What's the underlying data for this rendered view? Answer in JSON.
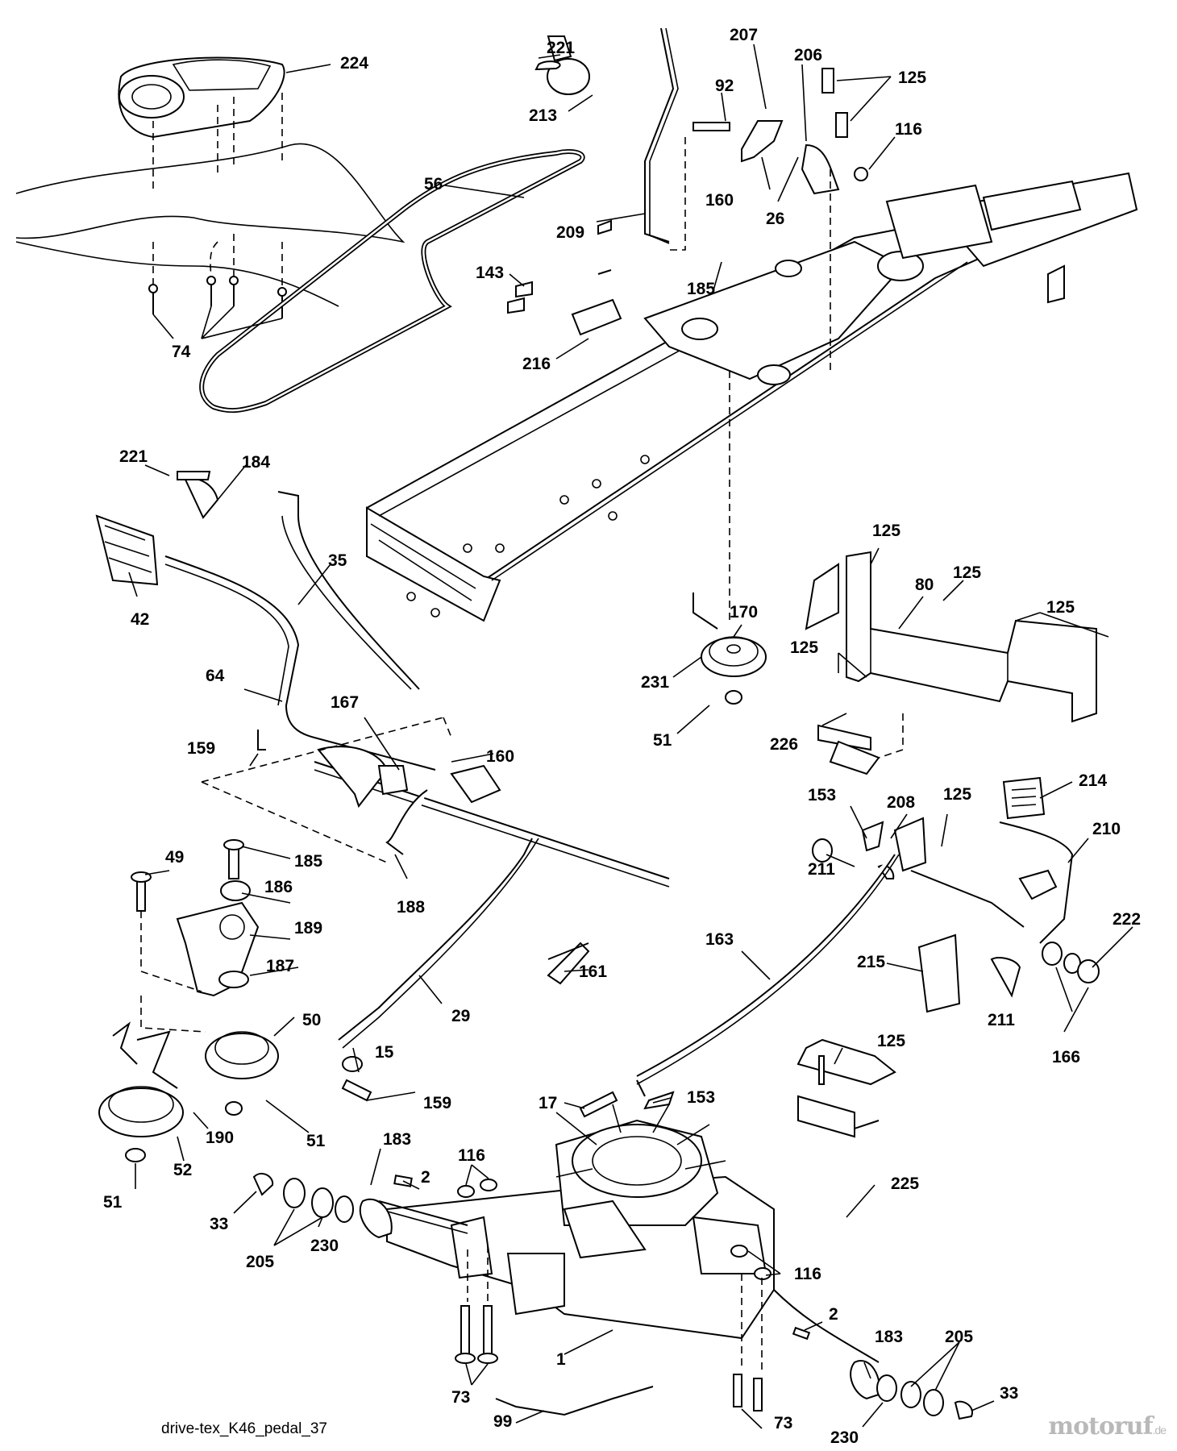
{
  "footer": {
    "drawing_id": "drive-tex_K46_pedal_37",
    "brand": "motoruf",
    "brand_tld": ".de"
  },
  "callouts": [
    {
      "id": "c224a",
      "text": "224"
    },
    {
      "id": "c221a",
      "text": "221"
    },
    {
      "id": "c213",
      "text": "213"
    },
    {
      "id": "c207",
      "text": "207"
    },
    {
      "id": "c206",
      "text": "206"
    },
    {
      "id": "c125a",
      "text": "125"
    },
    {
      "id": "c92",
      "text": "92"
    },
    {
      "id": "c116a",
      "text": "116"
    },
    {
      "id": "c56",
      "text": "56"
    },
    {
      "id": "c160a",
      "text": "160"
    },
    {
      "id": "c26",
      "text": "26"
    },
    {
      "id": "c209",
      "text": "209"
    },
    {
      "id": "c143",
      "text": "143"
    },
    {
      "id": "c185a",
      "text": "185"
    },
    {
      "id": "c74",
      "text": "74"
    },
    {
      "id": "c216",
      "text": "216"
    },
    {
      "id": "c221b",
      "text": "221"
    },
    {
      "id": "c184",
      "text": "184"
    },
    {
      "id": "c35",
      "text": "35"
    },
    {
      "id": "c42",
      "text": "42"
    },
    {
      "id": "c125b",
      "text": "125"
    },
    {
      "id": "c80",
      "text": "80"
    },
    {
      "id": "c125c",
      "text": "125"
    },
    {
      "id": "c125d",
      "text": "125"
    },
    {
      "id": "c170",
      "text": "170"
    },
    {
      "id": "c125e",
      "text": "125"
    },
    {
      "id": "c231",
      "text": "231"
    },
    {
      "id": "c64",
      "text": "64"
    },
    {
      "id": "c167",
      "text": "167"
    },
    {
      "id": "c51a",
      "text": "51"
    },
    {
      "id": "c226",
      "text": "226"
    },
    {
      "id": "c159a",
      "text": "159"
    },
    {
      "id": "c160b",
      "text": "160"
    },
    {
      "id": "c214",
      "text": "214"
    },
    {
      "id": "c153a",
      "text": "153"
    },
    {
      "id": "c208",
      "text": "208"
    },
    {
      "id": "c125f",
      "text": "125"
    },
    {
      "id": "c210",
      "text": "210"
    },
    {
      "id": "c49",
      "text": "49"
    },
    {
      "id": "c185b",
      "text": "185"
    },
    {
      "id": "c211a",
      "text": "211"
    },
    {
      "id": "c188",
      "text": "188"
    },
    {
      "id": "c186",
      "text": "186"
    },
    {
      "id": "c222",
      "text": "222"
    },
    {
      "id": "c189",
      "text": "189"
    },
    {
      "id": "c163",
      "text": "163"
    },
    {
      "id": "c187",
      "text": "187"
    },
    {
      "id": "c161",
      "text": "161"
    },
    {
      "id": "c215",
      "text": "215"
    },
    {
      "id": "c50",
      "text": "50"
    },
    {
      "id": "c29",
      "text": "29"
    },
    {
      "id": "c211b",
      "text": "211"
    },
    {
      "id": "c166",
      "text": "166"
    },
    {
      "id": "c15",
      "text": "15"
    },
    {
      "id": "c125g",
      "text": "125"
    },
    {
      "id": "c159b",
      "text": "159"
    },
    {
      "id": "c17",
      "text": "17"
    },
    {
      "id": "c153b",
      "text": "153"
    },
    {
      "id": "c190",
      "text": "190"
    },
    {
      "id": "c51b",
      "text": "51"
    },
    {
      "id": "c183a",
      "text": "183"
    },
    {
      "id": "c52",
      "text": "52"
    },
    {
      "id": "c225",
      "text": "225"
    },
    {
      "id": "c116b",
      "text": "116"
    },
    {
      "id": "c2a",
      "text": "2"
    },
    {
      "id": "c51c",
      "text": "51"
    },
    {
      "id": "c33a",
      "text": "33"
    },
    {
      "id": "c230a",
      "text": "230"
    },
    {
      "id": "c205a",
      "text": "205"
    },
    {
      "id": "c116c",
      "text": "116"
    },
    {
      "id": "c2b",
      "text": "2"
    },
    {
      "id": "c183b",
      "text": "183"
    },
    {
      "id": "c1",
      "text": "1"
    },
    {
      "id": "c205b",
      "text": "205"
    },
    {
      "id": "c73a",
      "text": "73"
    },
    {
      "id": "c33b",
      "text": "33"
    },
    {
      "id": "c99",
      "text": "99"
    },
    {
      "id": "c73b",
      "text": "73"
    },
    {
      "id": "c230b",
      "text": "230"
    }
  ]
}
